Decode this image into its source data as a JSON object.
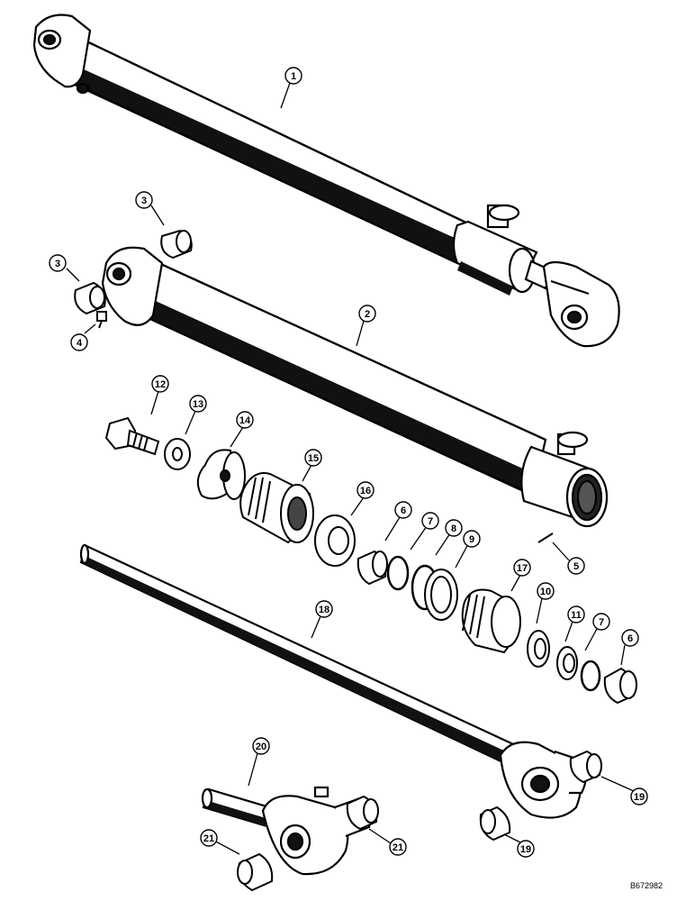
{
  "diagram": {
    "drawing_number": "B672982",
    "callouts": [
      {
        "id": "c1",
        "label": "1"
      },
      {
        "id": "c2",
        "label": "2"
      },
      {
        "id": "c3a",
        "label": "3"
      },
      {
        "id": "c3b",
        "label": "3"
      },
      {
        "id": "c4",
        "label": "4"
      },
      {
        "id": "c5",
        "label": "5"
      },
      {
        "id": "c6a",
        "label": "6"
      },
      {
        "id": "c6b",
        "label": "6"
      },
      {
        "id": "c7a",
        "label": "7"
      },
      {
        "id": "c7b",
        "label": "7"
      },
      {
        "id": "c8",
        "label": "8"
      },
      {
        "id": "c9",
        "label": "9"
      },
      {
        "id": "c10",
        "label": "10"
      },
      {
        "id": "c11",
        "label": "11"
      },
      {
        "id": "c12",
        "label": "12"
      },
      {
        "id": "c13",
        "label": "13"
      },
      {
        "id": "c14",
        "label": "14"
      },
      {
        "id": "c15",
        "label": "15"
      },
      {
        "id": "c16",
        "label": "16"
      },
      {
        "id": "c17",
        "label": "17"
      },
      {
        "id": "c18",
        "label": "18"
      },
      {
        "id": "c19a",
        "label": "19"
      },
      {
        "id": "c19b",
        "label": "19"
      },
      {
        "id": "c20",
        "label": "20"
      },
      {
        "id": "c21a",
        "label": "21"
      },
      {
        "id": "c21b",
        "label": "21"
      }
    ]
  }
}
